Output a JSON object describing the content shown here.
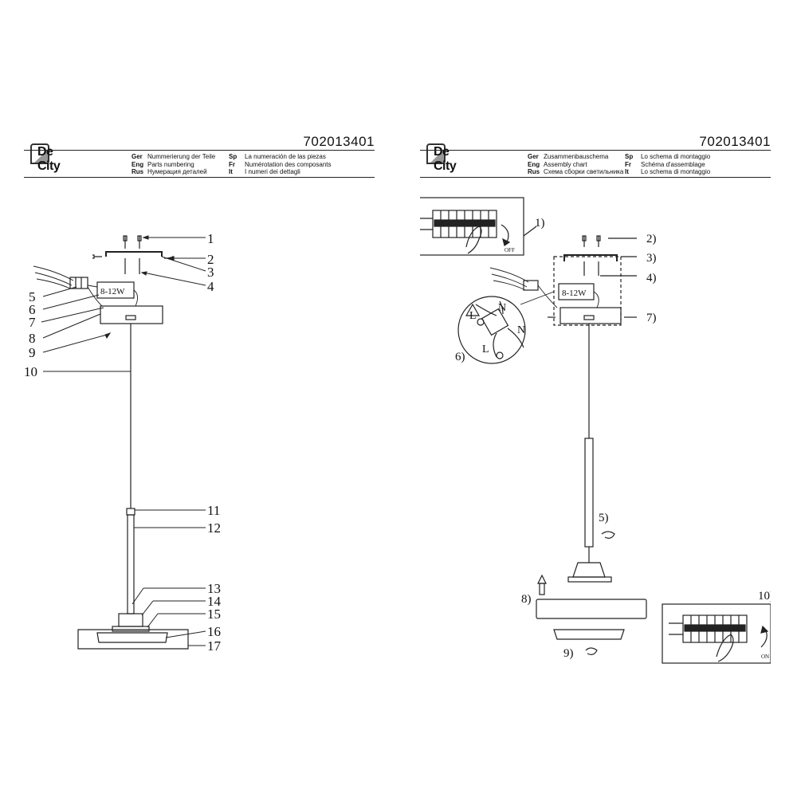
{
  "left_sheet": {
    "logo": "De City",
    "code": "702013401",
    "header": {
      "col1": [
        {
          "lang": "Ger",
          "text": "Nummerierung der Teile"
        },
        {
          "lang": "Eng",
          "text": "Parts numbering"
        },
        {
          "lang": "Rus",
          "text": "Нумерация деталей"
        }
      ],
      "col2": [
        {
          "lang": "Sp",
          "text": "La numeración de las piezas"
        },
        {
          "lang": "Fr",
          "text": "Numérotation des composants"
        },
        {
          "lang": "It",
          "text": "I numeri dei dettagli"
        }
      ]
    },
    "driver_label": "8-12W",
    "part_numbers": [
      "1",
      "2",
      "3",
      "4",
      "5",
      "6",
      "7",
      "8",
      "9",
      "10",
      "11",
      "12",
      "13",
      "14",
      "15",
      "16",
      "17"
    ]
  },
  "right_sheet": {
    "logo": "De City",
    "code": "702013401",
    "header": {
      "col1": [
        {
          "lang": "Ger",
          "text": "Zusammenbauschema"
        },
        {
          "lang": "Eng",
          "text": "Assembly chart"
        },
        {
          "lang": "Rus",
          "text": "Схема сборки светильника"
        }
      ],
      "col2": [
        {
          "lang": "Sp",
          "text": "Lo schema di montaggio"
        },
        {
          "lang": "Fr",
          "text": "Schéma d'assemblage"
        },
        {
          "lang": "It",
          "text": "Lo schema di montaggio"
        }
      ]
    },
    "driver_label": "8-12W",
    "steps": [
      "1)",
      "2)",
      "3)",
      "4)",
      "5)",
      "6)",
      "7)",
      "8)",
      "9)",
      "10)"
    ],
    "switch_off": "OFF",
    "switch_on": "ON",
    "wire_labels": {
      "n1": "N",
      "n2": "N",
      "l1": "L",
      "l2": "L"
    }
  }
}
